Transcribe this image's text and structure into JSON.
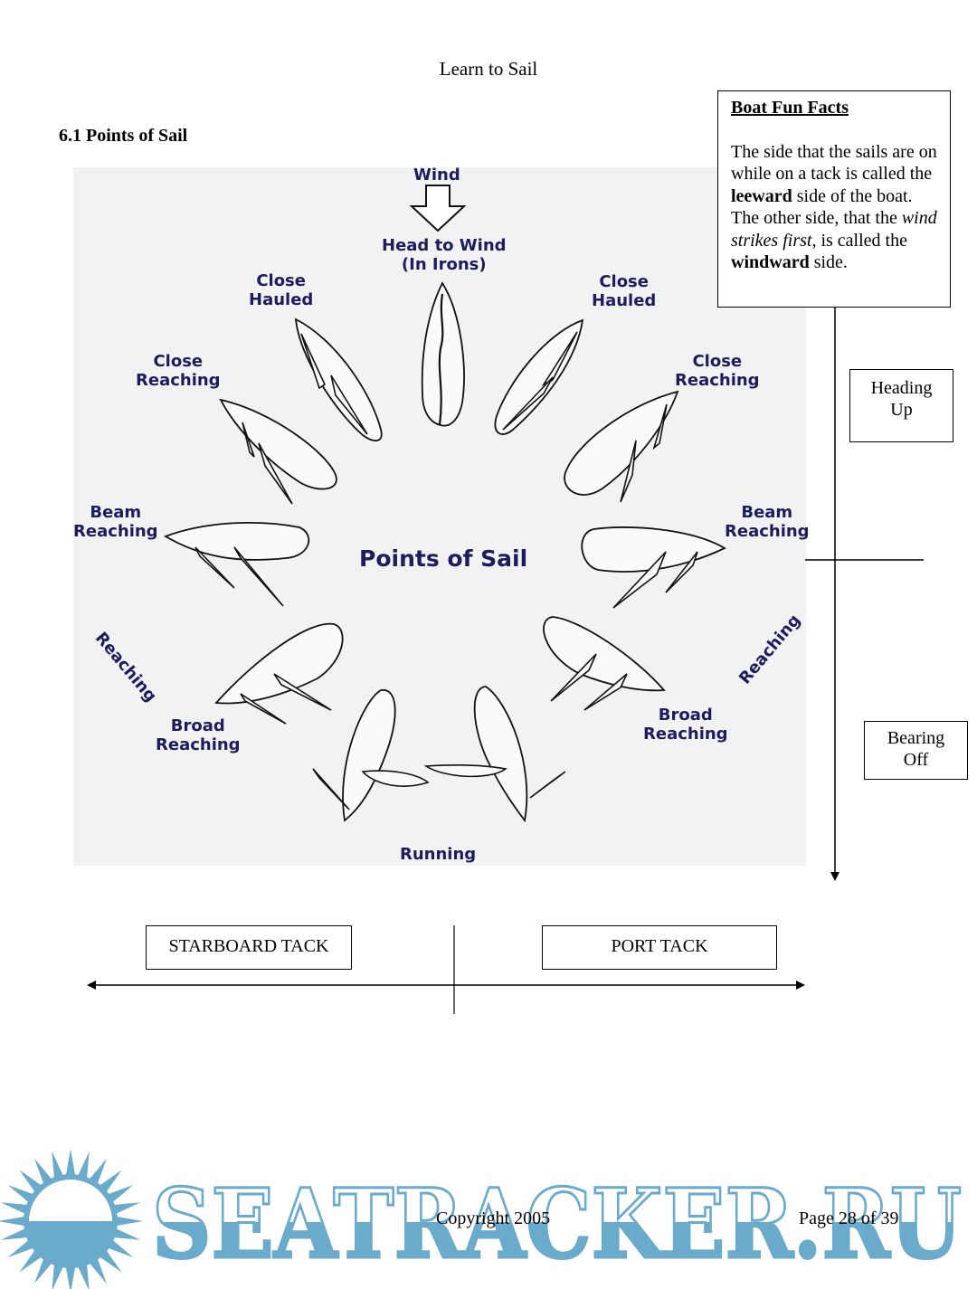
{
  "header": {
    "title": "Learn to Sail"
  },
  "section": {
    "heading": "6.1 Points of Sail"
  },
  "diagram": {
    "center_title": "Points of Sail",
    "wind_label": "Wind",
    "wind_arrow_icon": "down-arrow-icon",
    "labels": {
      "head_to_wind_line1": "Head to Wind",
      "head_to_wind_line2": "(In Irons)",
      "close_hauled_left_1": "Close",
      "close_hauled_left_2": "Hauled",
      "close_hauled_right_1": "Close",
      "close_hauled_right_2": "Hauled",
      "close_reaching_left_1": "Close",
      "close_reaching_left_2": "Reaching",
      "close_reaching_right_1": "Close",
      "close_reaching_right_2": "Reaching",
      "beam_reaching_left_1": "Beam",
      "beam_reaching_left_2": "Reaching",
      "beam_reaching_right_1": "Beam",
      "beam_reaching_right_2": "Reaching",
      "reaching_left": "Reaching",
      "reaching_right": "Reaching",
      "broad_reaching_left_1": "Broad",
      "broad_reaching_left_2": "Reaching",
      "broad_reaching_right_1": "Broad",
      "broad_reaching_right_2": "Reaching",
      "running": "Running"
    },
    "colors": {
      "label": "#1c1c5e",
      "background": "#f2f2f2"
    }
  },
  "fun_facts": {
    "title": "Boat Fun Facts",
    "text_1": "The side that the sails are on while on a tack is called the ",
    "bold_1": "leeward",
    "text_2": " side of the boat. The other side, that the ",
    "italic_1": "wind strikes first",
    "text_3": ", is called the ",
    "bold_2": "windward",
    "text_4": " side."
  },
  "annotations": {
    "heading_up_1": "Heading",
    "heading_up_2": "Up",
    "bearing_off_1": "Bearing",
    "bearing_off_2": "Off",
    "starboard_tack": "STARBOARD TACK",
    "port_tack": "PORT TACK"
  },
  "footer": {
    "copyright": "Copyright 2005",
    "page": "Page 28 of 39"
  },
  "watermark": {
    "text": "SEATRACKER.RU",
    "color": "#6aaacb",
    "icon": "sun-icon"
  }
}
